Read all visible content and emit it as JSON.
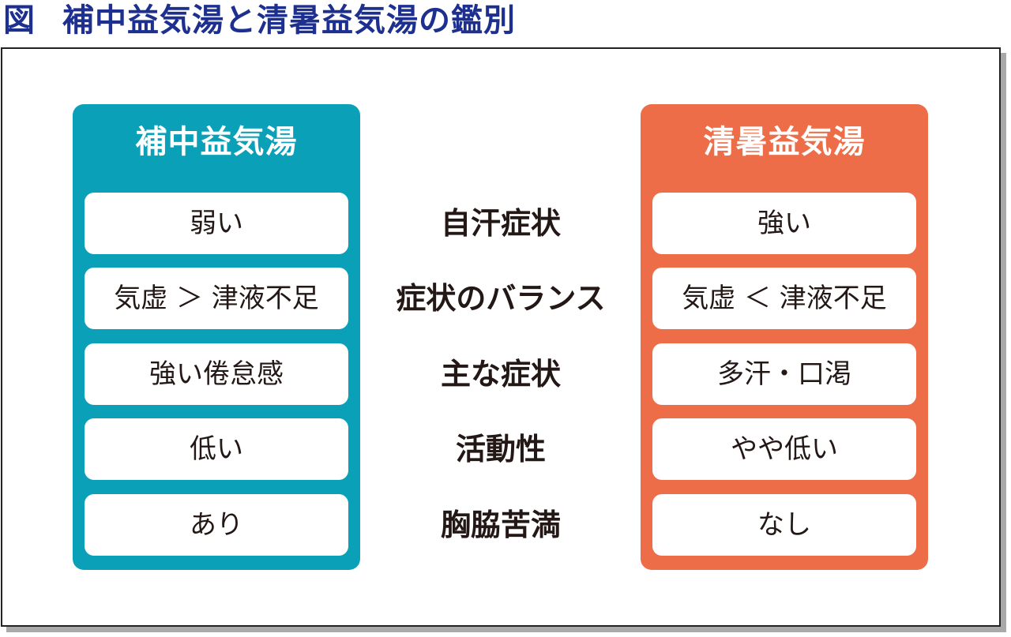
{
  "figure": {
    "label": "図",
    "title": "補中益気湯と清暑益気湯の鑑別"
  },
  "colors": {
    "title_text": "#1d2f8f",
    "left_panel": "#0aa0b8",
    "right_panel": "#ec6d48",
    "cell_background": "#ffffff",
    "body_text": "#231815",
    "frame_shadow": "#a9a9a9"
  },
  "left_panel": {
    "title": "補中益気湯",
    "items": [
      "弱い",
      "気虚 ＞ 津液不足",
      "強い倦怠感",
      "低い",
      "あり"
    ]
  },
  "criteria": [
    "自汗症状",
    "症状のバランス",
    "主な症状",
    "活動性",
    "胸脇苦満"
  ],
  "right_panel": {
    "title": "清暑益気湯",
    "items": [
      "強い",
      "気虚 ＜ 津液不足",
      "多汗・口渇",
      "やや低い",
      "なし"
    ]
  }
}
